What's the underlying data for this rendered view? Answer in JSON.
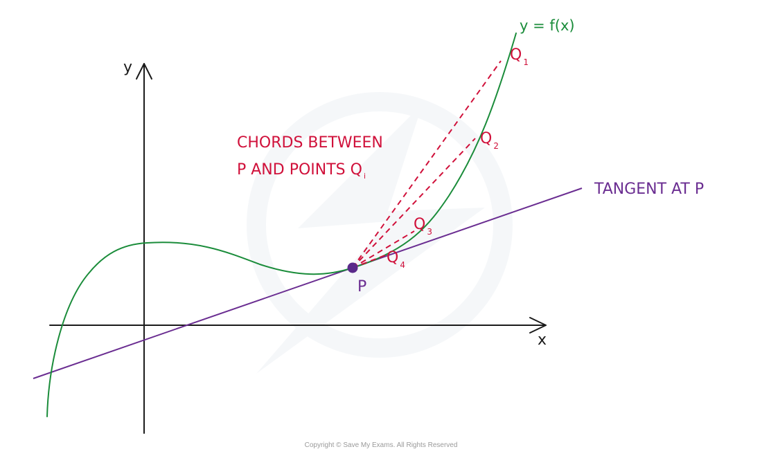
{
  "labels": {
    "axis_y": "y",
    "axis_x": "x",
    "curve": "y = f(x)",
    "tangent": "TANGENT AT P",
    "point_p": "P",
    "chords_line1": "CHORDS BETWEEN",
    "chords_line2_main": "P AND POINTS Q",
    "chords_line2_sub": "i",
    "q_letter": "Q",
    "q1_sub": "1",
    "q2_sub": "2",
    "q3_sub": "3",
    "q4_sub": "4"
  },
  "copyright": "Copyright © Save My Exams. All Rights Reserved",
  "colors": {
    "curve": "#1a8c3a",
    "tangent": "#6a2d91",
    "chords": "#d0103a",
    "axes": "#1a1a1a",
    "point": "#5a2a8a",
    "watermark": "#e9eef1"
  }
}
